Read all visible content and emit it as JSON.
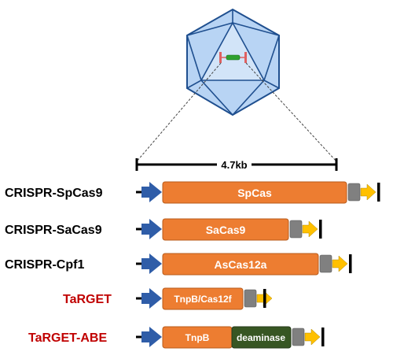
{
  "scale": {
    "label": "4.7kb"
  },
  "colors": {
    "capsid_fill": "#b8d4f4",
    "capsid_stroke": "#1f4f8f",
    "itr": "#e06060",
    "transgene": "#2fa12f",
    "promoter": "#2f5da8",
    "cas_box": "#ed7d31",
    "cas_box_stroke": "#b85c1c",
    "deaminase_box": "#375623",
    "polya": "#808080",
    "arrow_yellow": "#ffc000",
    "label_black": "#000000",
    "label_red": "#c00000",
    "gene_text": "#ffffff"
  },
  "constructs": [
    {
      "name": "CRISPR-SpCas9",
      "name_color": "#000000",
      "domains": [
        {
          "label": "SpCas",
          "kind": "cas"
        }
      ]
    },
    {
      "name": "CRISPR-SaCas9",
      "name_color": "#000000",
      "domains": [
        {
          "label": "SaCas9",
          "kind": "cas"
        }
      ]
    },
    {
      "name": "CRISPR-Cpf1",
      "name_color": "#000000",
      "domains": [
        {
          "label": "AsCas12a",
          "kind": "cas"
        }
      ]
    },
    {
      "name": "TaRGET",
      "name_color": "#c00000",
      "domains": [
        {
          "label": "TnpB/Cas12f",
          "kind": "cas"
        }
      ]
    },
    {
      "name": "TaRGET-ABE",
      "name_color": "#c00000",
      "domains": [
        {
          "label": "TnpB",
          "kind": "cas"
        },
        {
          "label": "deaminase",
          "kind": "deaminase"
        }
      ]
    }
  ]
}
